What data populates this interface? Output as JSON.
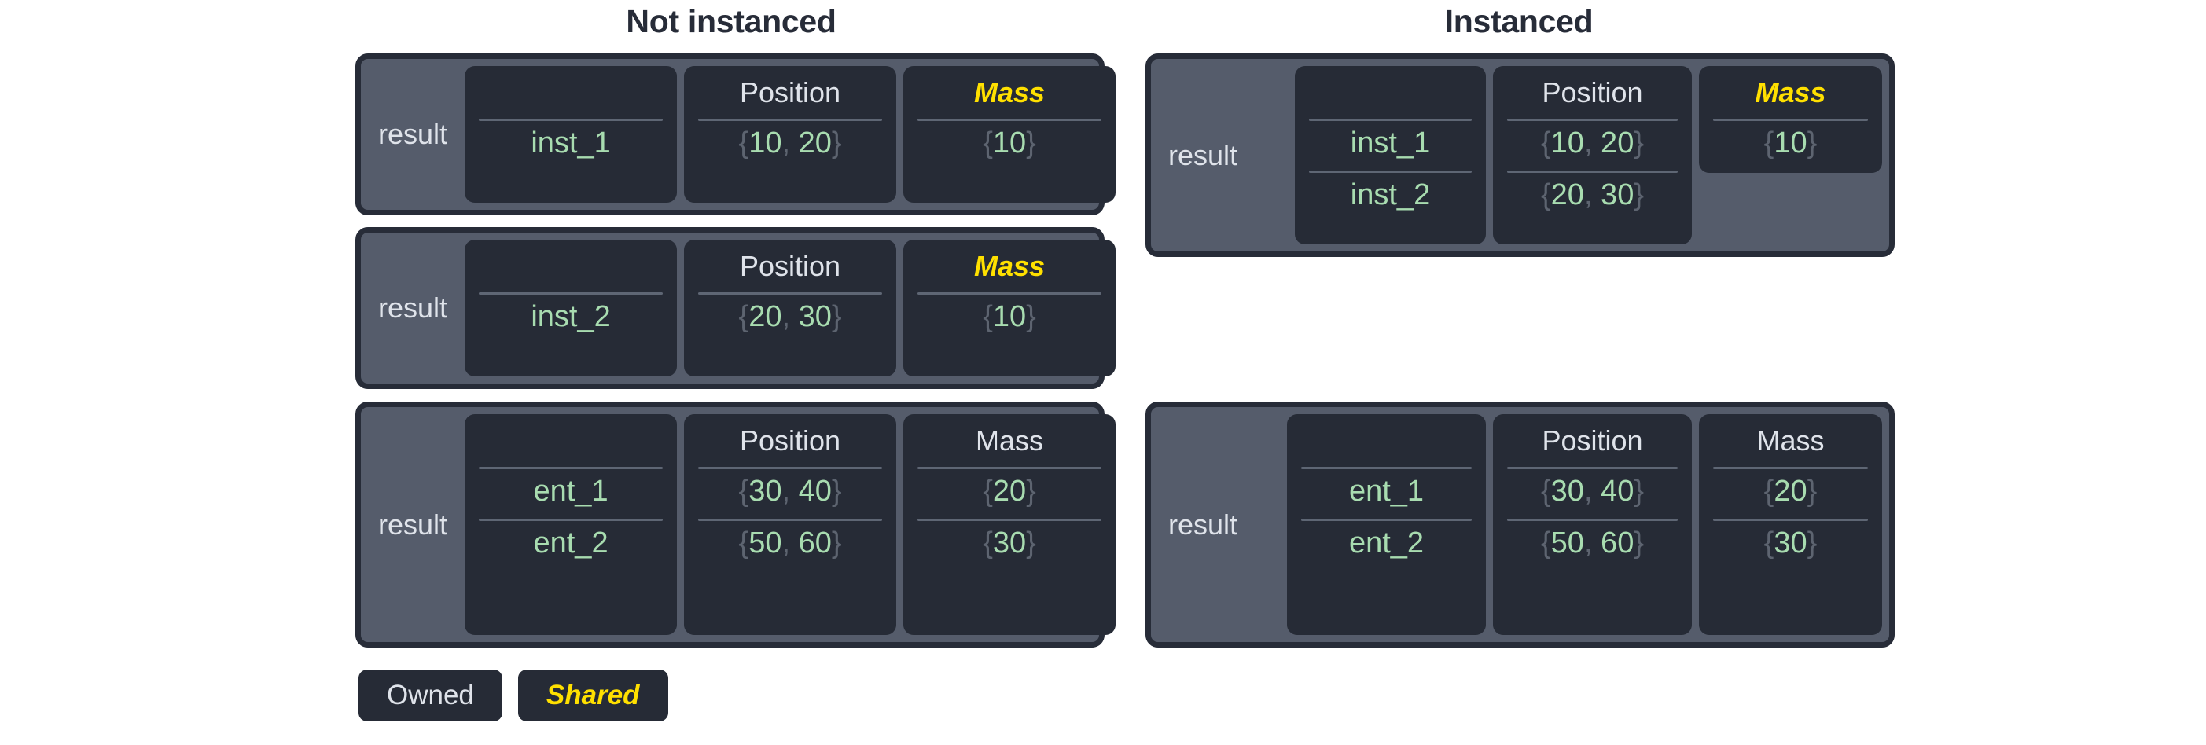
{
  "titles": {
    "left": "Not instanced",
    "right": "Instanced"
  },
  "labels": {
    "result": "result",
    "position_header": "Position",
    "mass_header": "Mass",
    "blank_header": ""
  },
  "colors": {
    "page_background": "#ffffff",
    "panel_fill": "#555c6b",
    "panel_border": "#272c38",
    "column_card": "#262b36",
    "owned_text": "#dfe3ea",
    "shared_text": "#ffe000",
    "value_text": "#a8dcb0",
    "brace_text": "#5d6470",
    "divider": "#5e6674",
    "title_text": "#272c38"
  },
  "legend": {
    "items": [
      {
        "label": "Owned",
        "style": "owned"
      },
      {
        "label": "Shared",
        "style": "shared"
      }
    ]
  },
  "panels": {
    "left": [
      {
        "id": "not-instanced-inst1",
        "result": "result",
        "columns": [
          {
            "header": "",
            "kind": "name",
            "ownership": "owned",
            "values": [
              "inst_1"
            ]
          },
          {
            "header": "Position",
            "kind": "component",
            "ownership": "owned",
            "values": [
              "{10, 20}"
            ]
          },
          {
            "header": "Mass",
            "kind": "component",
            "ownership": "shared",
            "values": [
              "{10}"
            ]
          }
        ]
      },
      {
        "id": "not-instanced-inst2",
        "result": "result",
        "columns": [
          {
            "header": "",
            "kind": "name",
            "ownership": "owned",
            "values": [
              "inst_2"
            ]
          },
          {
            "header": "Position",
            "kind": "component",
            "ownership": "owned",
            "values": [
              "{20, 30}"
            ]
          },
          {
            "header": "Mass",
            "kind": "component",
            "ownership": "shared",
            "values": [
              "{10}"
            ]
          }
        ]
      },
      {
        "id": "not-instanced-entities",
        "result": "result",
        "columns": [
          {
            "header": "",
            "kind": "name",
            "ownership": "owned",
            "values": [
              "ent_1",
              "ent_2"
            ]
          },
          {
            "header": "Position",
            "kind": "component",
            "ownership": "owned",
            "values": [
              "{30, 40}",
              "{50, 60}"
            ]
          },
          {
            "header": "Mass",
            "kind": "component",
            "ownership": "owned",
            "values": [
              "{20}",
              "{30}"
            ]
          }
        ]
      }
    ],
    "right": [
      {
        "id": "instanced-insts",
        "result": "result",
        "columns": [
          {
            "header": "",
            "kind": "name",
            "ownership": "owned",
            "values": [
              "inst_1",
              "inst_2"
            ]
          },
          {
            "header": "Position",
            "kind": "component",
            "ownership": "owned",
            "values": [
              "{10, 20}",
              "{20, 30}"
            ]
          },
          {
            "header": "Mass",
            "kind": "component",
            "ownership": "shared",
            "values": [
              "{10}"
            ]
          }
        ]
      },
      {
        "id": "instanced-entities",
        "result": "result",
        "columns": [
          {
            "header": "",
            "kind": "name",
            "ownership": "owned",
            "values": [
              "ent_1",
              "ent_2"
            ]
          },
          {
            "header": "Position",
            "kind": "component",
            "ownership": "owned",
            "values": [
              "{30, 40}",
              "{50, 60}"
            ]
          },
          {
            "header": "Mass",
            "kind": "component",
            "ownership": "owned",
            "values": [
              "{20}",
              "{30}"
            ]
          }
        ]
      }
    ]
  }
}
